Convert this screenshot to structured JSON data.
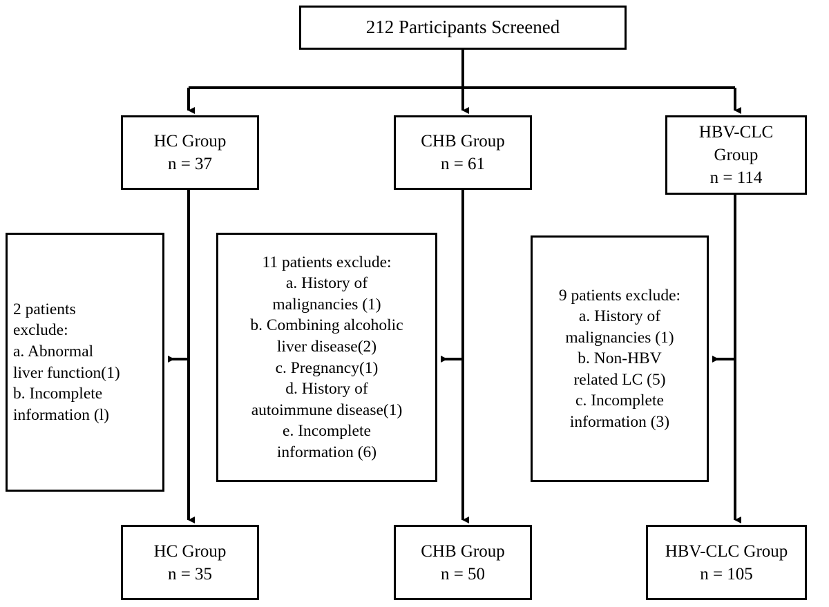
{
  "diagram": {
    "type": "participant-flow-diagram",
    "title_box": {
      "lines": [
        "212 Participants Screened"
      ]
    },
    "group_boxes": [
      {
        "id": "hc",
        "lines": [
          "HC Group",
          "n = 37"
        ]
      },
      {
        "id": "chb",
        "lines": [
          "CHB Group",
          "n = 61"
        ]
      },
      {
        "id": "hbvclc",
        "lines": [
          "HBV-CLC",
          "Group",
          "n = 114"
        ]
      }
    ],
    "exclusion_boxes": [
      {
        "id": "hc-excluded",
        "align": "left",
        "lines": [
          "2 patients",
          "exclude:",
          "a. Abnormal",
          "liver function(1)",
          "b. Incomplete",
          "information (l)"
        ]
      },
      {
        "id": "chb-excluded",
        "align": "center",
        "lines": [
          "11 patients exclude:",
          "a. History of",
          "malignancies (1)",
          "b. Combining alcoholic",
          "liver disease(2)",
          "c. Pregnancy(1)",
          "d. History of",
          "autoimmune disease(1)",
          "e. Incomplete",
          "information (6)"
        ]
      },
      {
        "id": "hbvclc-excluded",
        "align": "center",
        "lines": [
          "9 patients exclude:",
          "a. History of",
          "malignancies (1)",
          "b. Non-HBV",
          "related LC (5)",
          "c. Incomplete",
          "information (3)"
        ]
      }
    ],
    "result_boxes": [
      {
        "id": "hc-final",
        "lines": [
          "HC Group",
          "n = 35"
        ]
      },
      {
        "id": "chb-final",
        "lines": [
          "CHB Group",
          "n = 50"
        ]
      },
      {
        "id": "hbvclc-final",
        "lines": [
          "HBV-CLC Group",
          "n = 105"
        ]
      }
    ],
    "colors": {
      "stroke": "#000000",
      "fill": "#ffffff",
      "text": "#000000"
    }
  }
}
